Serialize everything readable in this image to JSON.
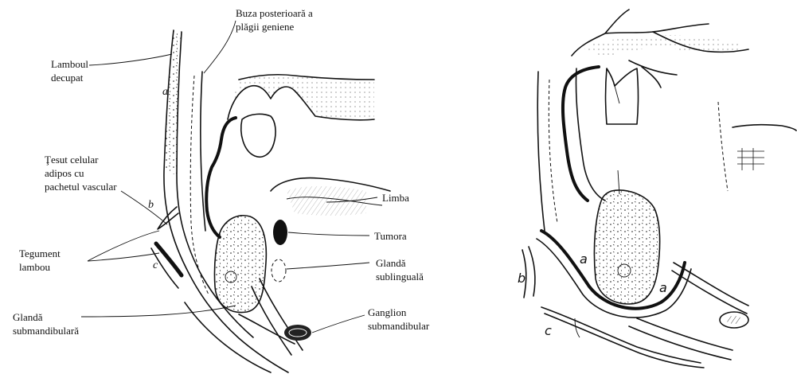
{
  "left_figure": {
    "labels": {
      "buza": [
        "Buza posterioară a",
        "plăgii geniene"
      ],
      "lamboul": [
        "Lamboul",
        "decupat"
      ],
      "tesut": [
        "Ţesut celular",
        "adipos cu",
        "pachetul vascular"
      ],
      "tegument": [
        "Tegument",
        "lambou"
      ],
      "glanda_submandibulara": [
        "Glandă",
        "submandibulară"
      ],
      "limba": "Limba",
      "tumora": "Tumora",
      "glanda_sublinguala": [
        "Glandă",
        "sublinguală"
      ],
      "ganglion": [
        "Ganglion",
        "submandibular"
      ]
    },
    "letters": {
      "a": "a",
      "b": "b",
      "c": "c"
    }
  },
  "right_figure": {
    "letters": {
      "a1": "a",
      "a2": "a",
      "b": "b",
      "c": "c"
    }
  }
}
